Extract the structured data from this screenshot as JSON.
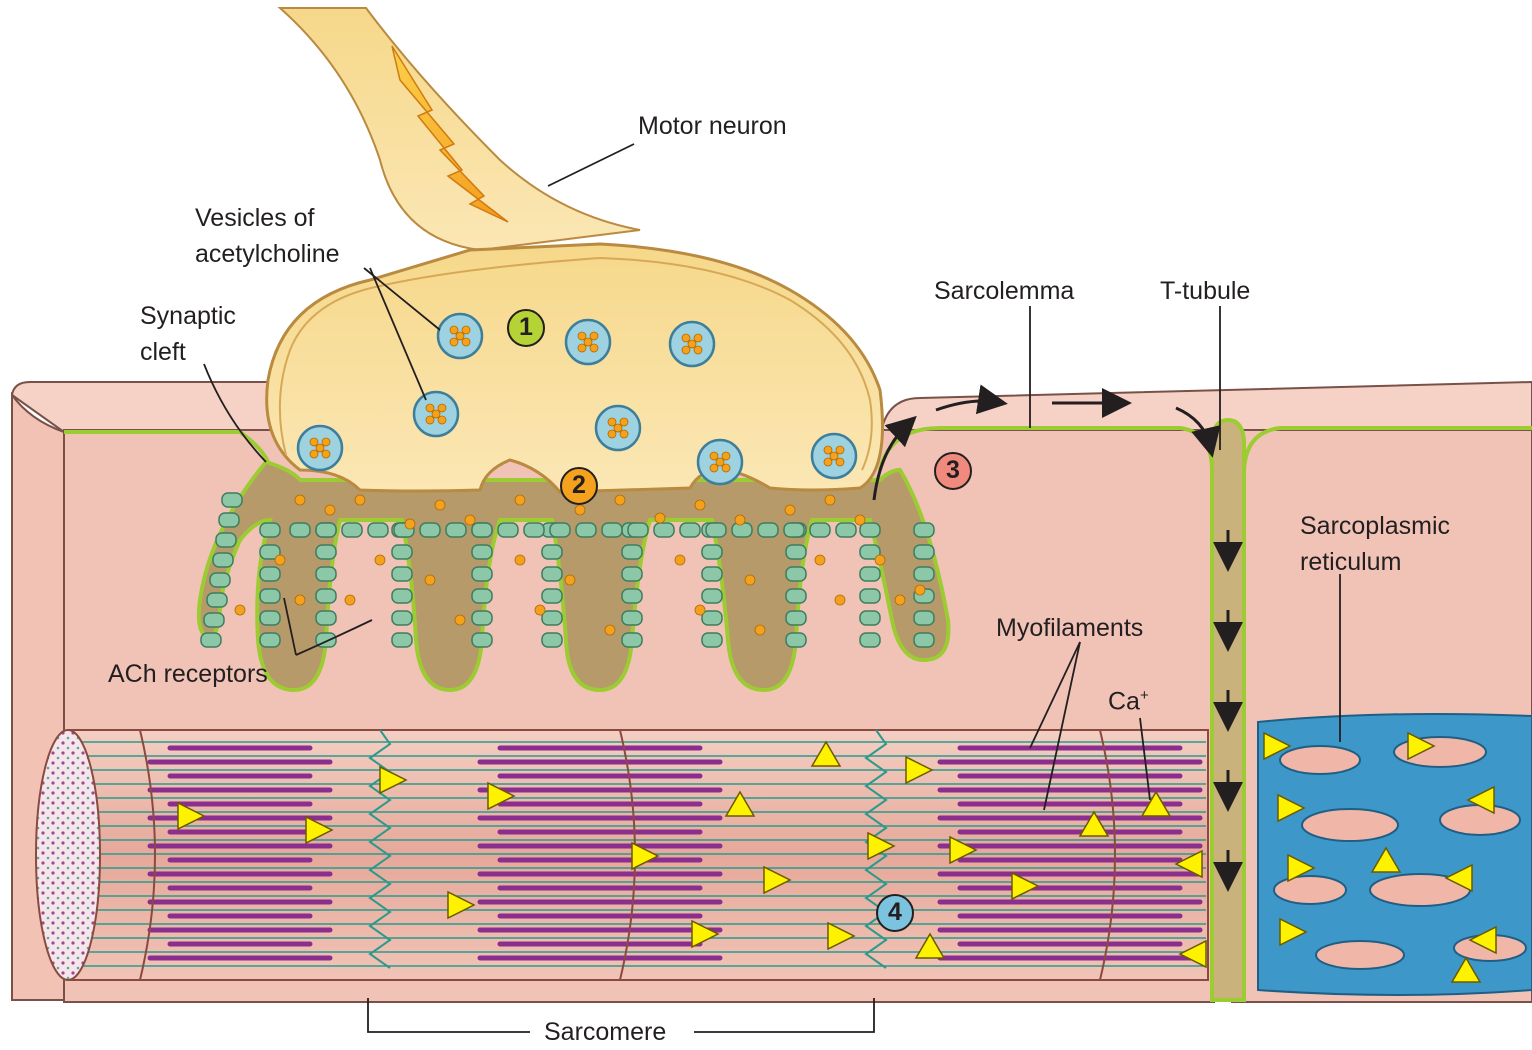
{
  "labels": {
    "motor_neuron": "Motor neuron",
    "vesicles_line1": "Vesicles of",
    "vesicles_line2": "acetylcholine",
    "synaptic_line1": "Synaptic",
    "synaptic_line2": "cleft",
    "sarcolemma": "Sarcolemma",
    "t_tubule": "T-tubule",
    "sr_line1": "Sarcoplasmic",
    "sr_line2": "reticulum",
    "myofilaments": "Myofilaments",
    "ca_ion": "Ca",
    "ca_charge": "+",
    "ach_receptors": "ACh receptors",
    "sarcomere": "Sarcomere"
  },
  "steps": [
    {
      "number": "1",
      "color": "#b5d334"
    },
    {
      "number": "2",
      "color": "#f4a21d"
    },
    {
      "number": "3",
      "color": "#f08a7e"
    },
    {
      "number": "4",
      "color": "#7cc3e0"
    }
  ],
  "colors": {
    "neuron": "#f8de98",
    "neuron_outline": "#b98a3f",
    "muscle": "#f2c7bb",
    "sarcolemma": "#9ccc32",
    "cleft": "#b69a6a",
    "receptor": "#8cc7a7",
    "acetylcholine": "#f4a21d",
    "sarcoplasmic_reticulum": "#3d97c9",
    "thick_filament": "#8a2f8e",
    "thin_filament": "#2a9a8d",
    "calcium": "#fff200"
  },
  "icons": {
    "impulse": "lightning-bolt-icon",
    "calcium": "triangle-icon",
    "flow": "arrow-icon"
  }
}
